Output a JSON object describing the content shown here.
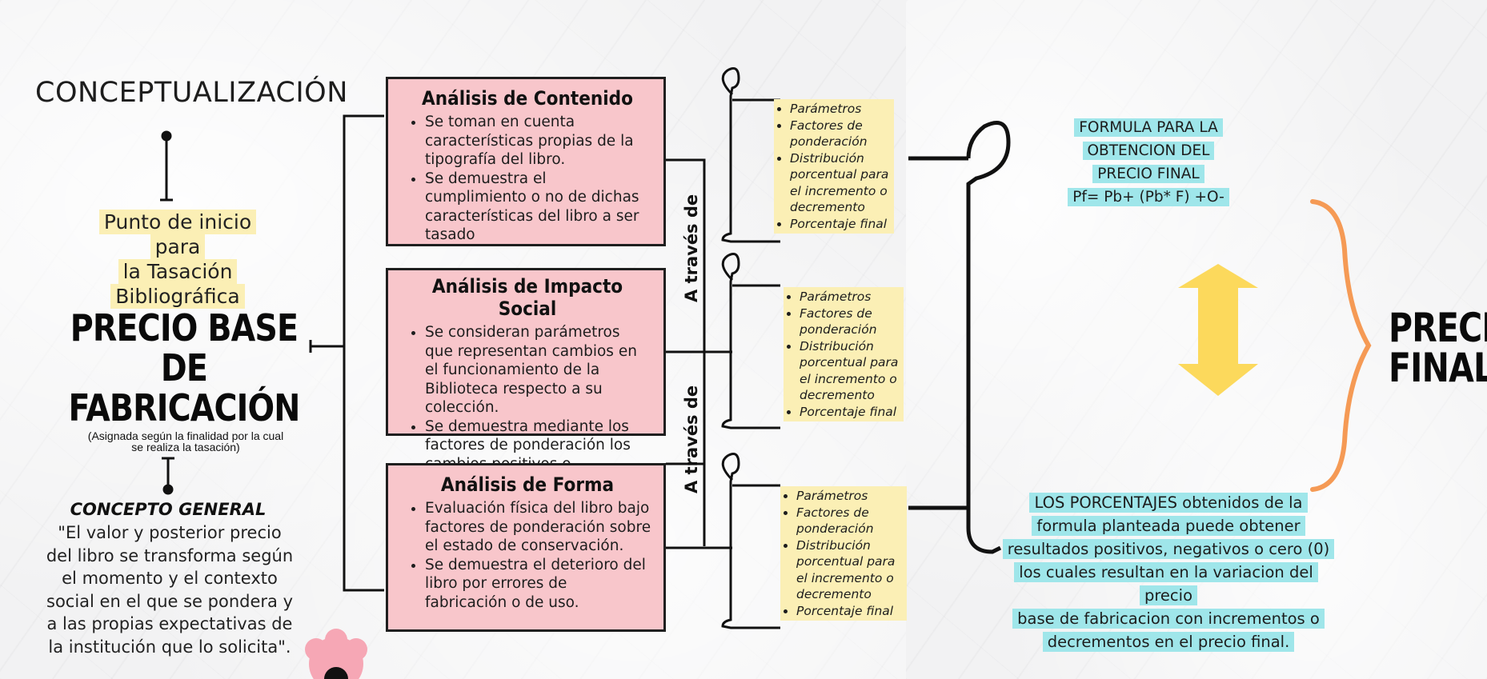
{
  "left": {
    "title": "CONCEPTUALIZACIÓN",
    "start_lines": [
      "Punto de inicio para",
      "la Tasación",
      "Bibliográfica"
    ],
    "main_title_lines": [
      "PRECIO BASE",
      "DE",
      "FABRICACIÓN"
    ],
    "subtitle_lines": [
      "(Asignada según la finalidad por la cual",
      "se realiza la tasación)"
    ],
    "concept_heading": "CONCEPTO GENERAL",
    "concept_lines": [
      "\"El valor y posterior precio",
      "del libro se transforma según",
      "el momento y el contexto",
      "social en el que se pondera y",
      "a las propias expectativas de",
      "la institución que lo solicita\"."
    ]
  },
  "analyses": [
    {
      "title": "Análisis de Contenido",
      "items": [
        "Se toman en cuenta características propias de la tipografía del libro.",
        "Se demuestra el cumplimiento o no de dichas características del libro a ser tasado"
      ]
    },
    {
      "title": "Análisis de Impacto Social",
      "items": [
        "Se consideran parámetros que representan cambios en el funcionamiento de la Biblioteca respecto a su colección.",
        "Se demuestra mediante los factores de ponderación los cambios positivos o negativos."
      ]
    },
    {
      "title": "Análisis de Forma",
      "items": [
        "Evaluación física del libro bajo factores de ponderación sobre el estado de conservación.",
        "Se demuestra el deterioro del libro por errores de fabricación o de uso."
      ]
    }
  ],
  "through_labels": [
    "A través de",
    "A través de"
  ],
  "criteria_lists": [
    [
      "Parámetros",
      "Factores de ponderación",
      "Distribución porcentual para el incremento o decremento",
      "Porcentaje final"
    ],
    [
      "Parámetros",
      "Factores de ponderación",
      "Distribución porcentual para el incremento o decremento",
      "Porcentaje final"
    ],
    [
      "Parámetros",
      "Factores de ponderación",
      "Distribución porcentual para el incremento o decremento",
      "Porcentaje final"
    ]
  ],
  "right": {
    "formula_lines": [
      "FORMULA PARA LA",
      "OBTENCION DEL",
      "PRECIO FINAL",
      "Pf= Pb+ (Pb* F) +O-"
    ],
    "percent_lines": [
      "LOS PORCENTAJES  obtenidos de la",
      "formula planteada puede obtener",
      "resultados positivos, negativos o cero (0)",
      "los cuales resultan en la variacion del precio",
      "base de fabricacion con incrementos o",
      "decrementos en el precio final."
    ],
    "final_title_lines": [
      "PRECIO",
      "FINAL"
    ]
  },
  "colors": {
    "pink": "#f8c6cb",
    "yellow_highlight": "#fbefb5",
    "cyan_highlight": "#9fe6ea",
    "arrow_yellow": "#fcd95c",
    "brace_orange": "#f59a55",
    "flower_pink": "#f6a7b5"
  }
}
